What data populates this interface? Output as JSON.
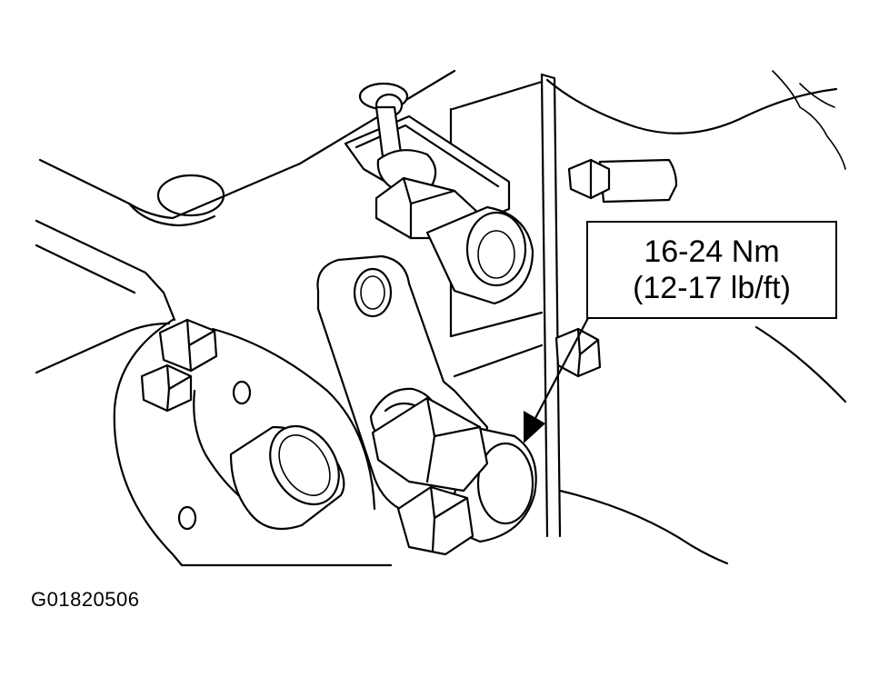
{
  "callout": {
    "torque_nm": "16-24 Nm",
    "torque_lbft": "(12-17 lb/ft)"
  },
  "figure": {
    "code": "G01820506"
  },
  "colors": {
    "ink": "#000000",
    "paper": "#ffffff"
  }
}
